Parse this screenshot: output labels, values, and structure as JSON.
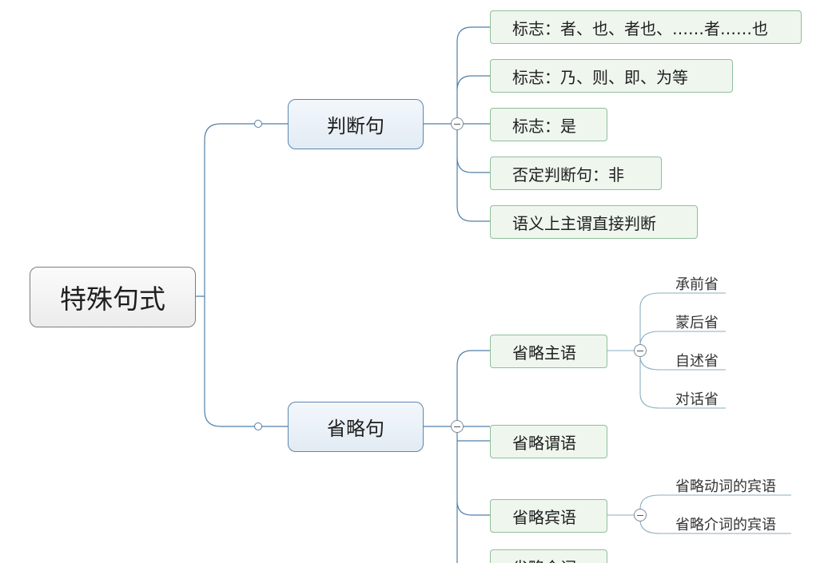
{
  "root": {
    "label": "特殊句式"
  },
  "branch_judgment": {
    "label": "判断句",
    "children": [
      {
        "label": "标志：者、也、者也、……者……也"
      },
      {
        "label": "标志：乃、则、即、为等"
      },
      {
        "label": "标志：是"
      },
      {
        "label": "否定判断句：非"
      },
      {
        "label": "语义上主谓直接判断"
      }
    ]
  },
  "branch_omission": {
    "label": "省略句",
    "children": [
      {
        "label": "省略主语",
        "leaves": [
          "承前省",
          "蒙后省",
          "自述省",
          "对话省"
        ]
      },
      {
        "label": "省略谓语"
      },
      {
        "label": "省略宾语",
        "leaves": [
          "省略动词的宾语",
          "省略介词的宾语"
        ]
      },
      {
        "label": "省略介词"
      }
    ]
  },
  "colors": {
    "connector": "#4f7fa8",
    "leaf_connector": "#8aaec0",
    "main_border": "#5a86b0",
    "sub_border": "#8fbf9b",
    "sub_fill": "#eef6ee"
  }
}
